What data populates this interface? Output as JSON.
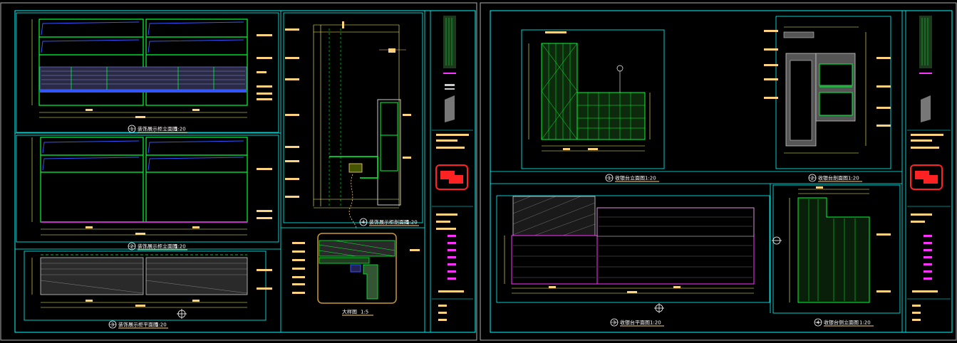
{
  "sheets": [
    {
      "id": "left",
      "views": [
        {
          "id": "cabinet-elevation-1",
          "number": "1",
          "title": "装饰展示柜立面图",
          "scale": "1:20"
        },
        {
          "id": "cabinet-elevation-2",
          "number": "2",
          "title": "装饰展示柜立面图",
          "scale": "1:20"
        },
        {
          "id": "cabinet-plan",
          "number": "3",
          "title": "装饰展示柜平面图",
          "scale": "1:20"
        },
        {
          "id": "cabinet-section",
          "number": "4",
          "title": "装饰展示柜剖面图",
          "scale": "1:20"
        },
        {
          "id": "detail",
          "number": "",
          "title": "大样图",
          "scale": "1:5"
        }
      ]
    },
    {
      "id": "right",
      "views": [
        {
          "id": "reception-elevation",
          "number": "1",
          "title": "收银台立面图",
          "scale": "1:20"
        },
        {
          "id": "reception-section",
          "number": "2",
          "title": "收银台剖面图",
          "scale": "1:20"
        },
        {
          "id": "reception-plan",
          "number": "3",
          "title": "收银台平面图",
          "scale": "1:20"
        },
        {
          "id": "reception-side",
          "number": "4",
          "title": "收银台侧立面图",
          "scale": "1:20"
        }
      ]
    }
  ],
  "colors": {
    "background": "#000000",
    "frame": "#00ffff",
    "annotation": "#ffd27f",
    "structure": "#00ff33",
    "dimension": "#ffff66",
    "hatch": "#cccccc",
    "magenta": "#ff33ff",
    "blue": "#3355ff",
    "logo_red": "#ff2222"
  }
}
